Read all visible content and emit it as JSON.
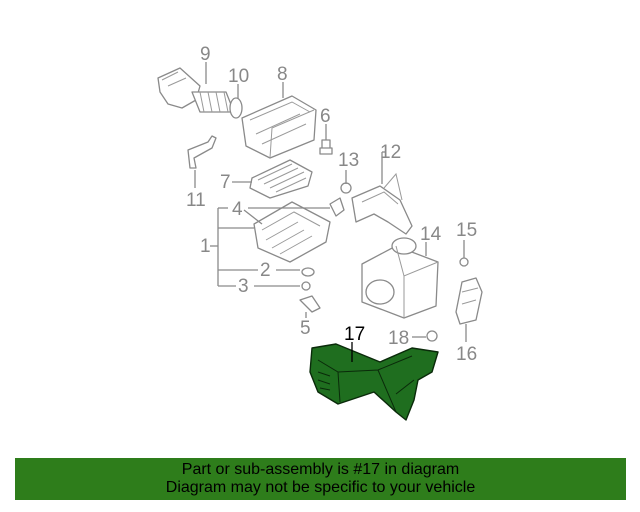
{
  "callouts": {
    "c1": "1",
    "c2": "2",
    "c3": "3",
    "c4": "4",
    "c5": "5",
    "c6": "6",
    "c7": "7",
    "c8": "8",
    "c9": "9",
    "c10": "10",
    "c11": "11",
    "c12": "12",
    "c13": "13",
    "c14": "14",
    "c15": "15",
    "c16": "16",
    "c17": "17",
    "c18": "18"
  },
  "highlighted_part": "17",
  "colors": {
    "highlight": "#1f6e1f",
    "banner": "#2e7d1b",
    "part_line": "#8a8a8a"
  },
  "banner": {
    "line1": "Part or sub-assembly is #17 in diagram",
    "line2": "Diagram may not be specific to your vehicle"
  }
}
